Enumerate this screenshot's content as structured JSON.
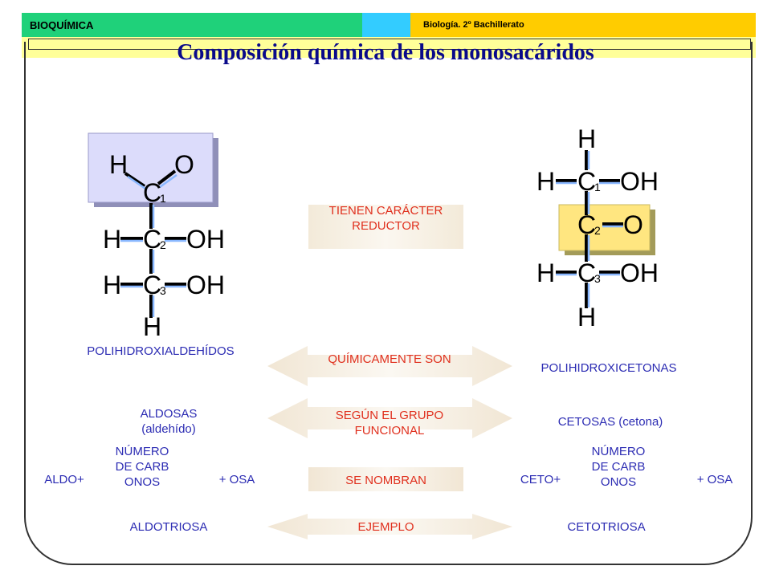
{
  "header": {
    "left_label": "BIOQUÍMICA",
    "right_label": "Biología. 2º Bachillerato",
    "colors": {
      "green": "#1fd17a",
      "cyan": "#33ccff",
      "yellow": "#ffcc00"
    }
  },
  "title": "Composición química de los monosacáridos",
  "aldehyde": {
    "atoms": {
      "h_top": "H",
      "o_top": "O",
      "c1": "C",
      "c1_sub": "1",
      "h2": "H",
      "c2": "C",
      "c2_sub": "2",
      "oh2": "OH",
      "h3": "H",
      "c3": "C",
      "c3_sub": "3",
      "oh3": "OH",
      "h_bottom": "H"
    },
    "class_label": "POLIHIDROXIALDEHÍDOS",
    "group_label": "ALDOSAS (aldehído)",
    "prefix": "ALDO+",
    "count_label": "NÚMERO DE CARBONOS",
    "suffix": "+ OSA",
    "example": "ALDOTRIOSA"
  },
  "ketone": {
    "atoms": {
      "h_top": "H",
      "h1": "H",
      "c1": "C",
      "c1_sub": "1",
      "oh1": "OH",
      "c2": "C",
      "c2_sub": "2",
      "o2": "O",
      "h3": "H",
      "c3": "C",
      "c3_sub": "3",
      "oh3": "OH",
      "h_bottom": "H"
    },
    "class_label": "POLIHIDROXICETONAS",
    "group_label": "CETOSAS (cetona)",
    "prefix": "CETO+",
    "count_label": "NÚMERO DE CARBONOS",
    "suffix": "+ OSA",
    "example": "CETOTRIOSA"
  },
  "center": {
    "reducer": "TIENEN CARÁCTER REDUCTOR",
    "chem": "QUÍMICAMENTE SON",
    "group": "SEGÚN EL GRUPO FUNCIONAL",
    "naming": "SE NOMBRAN",
    "example": "EJEMPLO"
  }
}
